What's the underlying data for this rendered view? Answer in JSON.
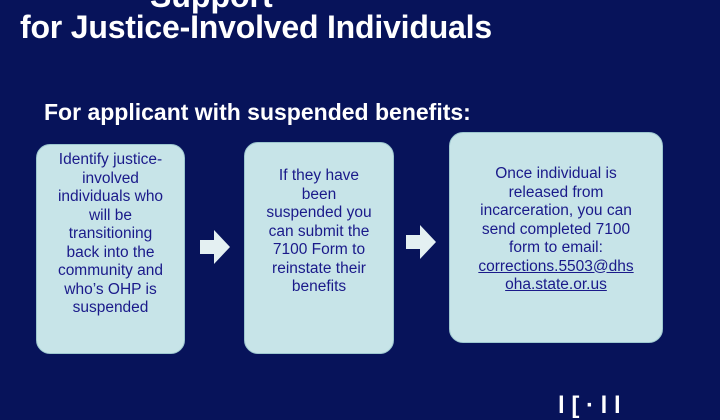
{
  "slide": {
    "title_top_partial": "Support",
    "title": "for Justice-Involved Individuals",
    "subtitle": "For applicant with suspended benefits:",
    "steps": [
      {
        "text": "Identify justice-\ninvolved\nindividuals who\nwill be\ntransitioning\nback into the\ncommunity and\nwho’s OHP is\nsuspended"
      },
      {
        "text": "If they have\nbeen\nsuspended you\ncan submit the\n7100 Form to\nreinstate their\nbenefits"
      },
      {
        "text": "Once individual is\nreleased from\nincarceration,  you can\nsend completed 7100\nform to email:",
        "link": "corrections.5503@dhs\noha.state.or.us"
      }
    ],
    "bottom_partial": "l [ · l l",
    "colors": {
      "background": "#07135a",
      "box_fill": "#c7e4e8",
      "box_text": "#1a1a8a",
      "arrow": "#e4f0f2"
    },
    "icons": [
      "right-arrow-icon",
      "right-arrow-icon"
    ]
  }
}
